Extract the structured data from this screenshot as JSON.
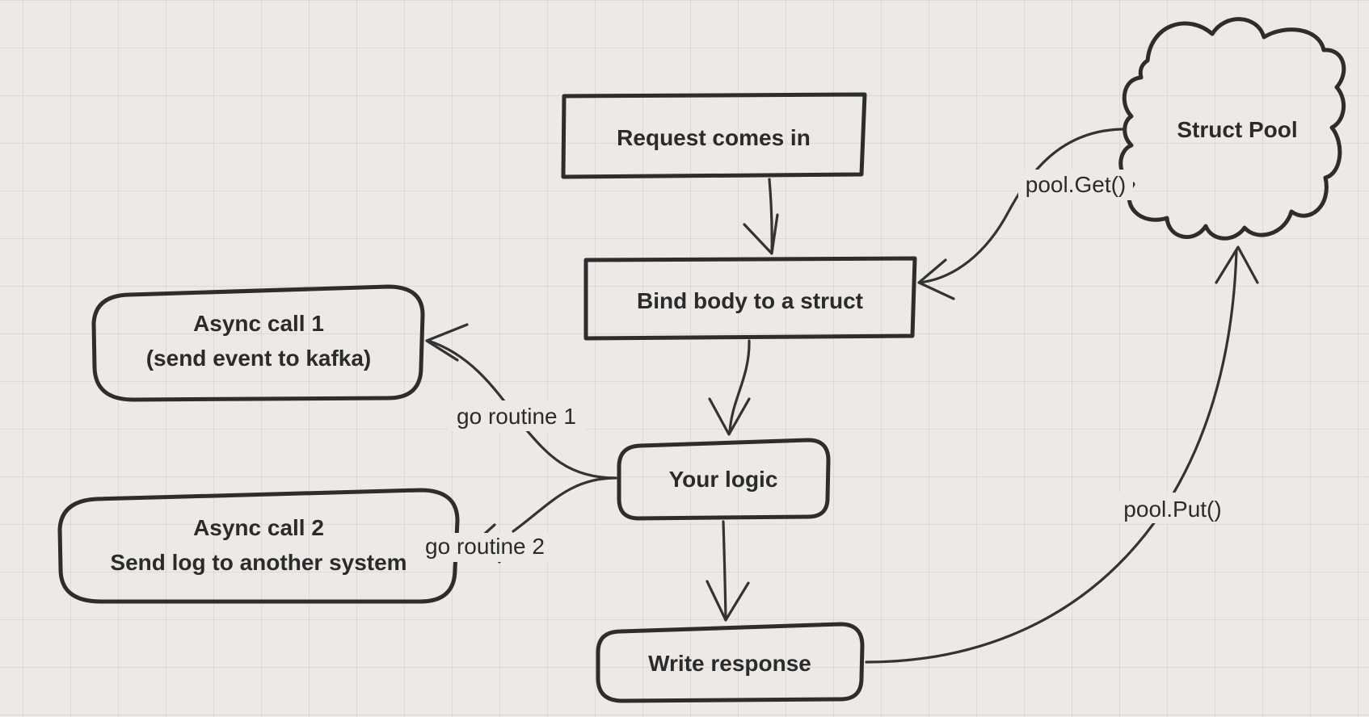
{
  "nodes": {
    "request": {
      "label": "Request comes in"
    },
    "bind": {
      "label": "Bind body to a struct"
    },
    "logic": {
      "label": "Your logic"
    },
    "write": {
      "label": "Write response"
    },
    "async1": {
      "line1": "Async call 1",
      "line2": "(send event to kafka)"
    },
    "async2": {
      "line1": "Async call 2",
      "line2": "Send log to another system"
    },
    "pool": {
      "label": "Struct Pool"
    }
  },
  "edges": {
    "get": {
      "label": "pool.Get()"
    },
    "put": {
      "label": "pool.Put()"
    },
    "go1": {
      "label": "go routine 1"
    },
    "go2": {
      "label": "go routine 2"
    }
  }
}
